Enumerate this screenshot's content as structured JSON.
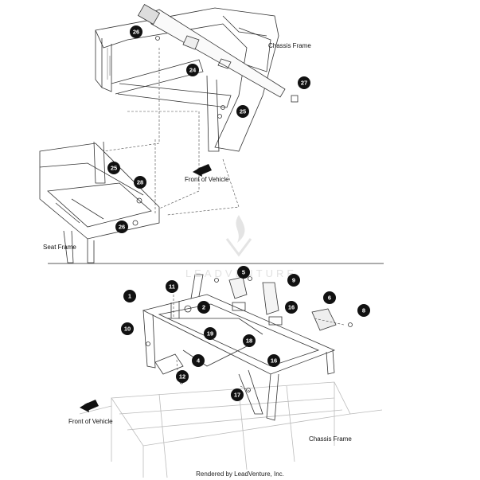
{
  "labels": {
    "chassis_frame_top": "Chassis Frame",
    "front_of_vehicle_top": "Front of Vehicle",
    "seat_frame": "Seat Frame",
    "front_of_vehicle_bottom": "Front of Vehicle",
    "chassis_frame_bottom": "Chassis Frame"
  },
  "watermark": "LEADVENTURE",
  "footer": "Rendered by LeadVenture, Inc.",
  "callouts": [
    "26",
    "24",
    "27",
    "25",
    "25",
    "28",
    "26",
    "5",
    "9",
    "1",
    "11",
    "2",
    "16",
    "6",
    "8",
    "19",
    "10",
    "18",
    "16",
    "4",
    "12",
    "17"
  ]
}
